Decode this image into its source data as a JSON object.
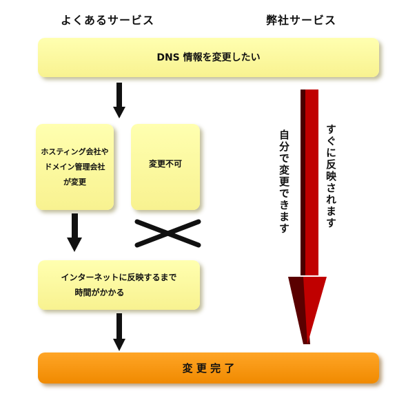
{
  "headings": {
    "common": "よくあるサービス",
    "ours": "弊社サービス"
  },
  "boxes": {
    "start": "DNS 情報を変更したい",
    "hosting_line1": "ホスティング会社や",
    "hosting_line2": "ドメイン管理会社",
    "hosting_line3": "が変更",
    "not_possible": "変更不可",
    "propagation_line1": "インターネットに反映するまで",
    "propagation_line2": "時間がかかる",
    "done": "変 更 完 了"
  },
  "arrow_labels": {
    "self": "自分で変更できます",
    "instant": "すぐに反映されます"
  },
  "colors": {
    "box": "#fbf69a",
    "done": "#f99600",
    "arrow": "#c00000"
  }
}
